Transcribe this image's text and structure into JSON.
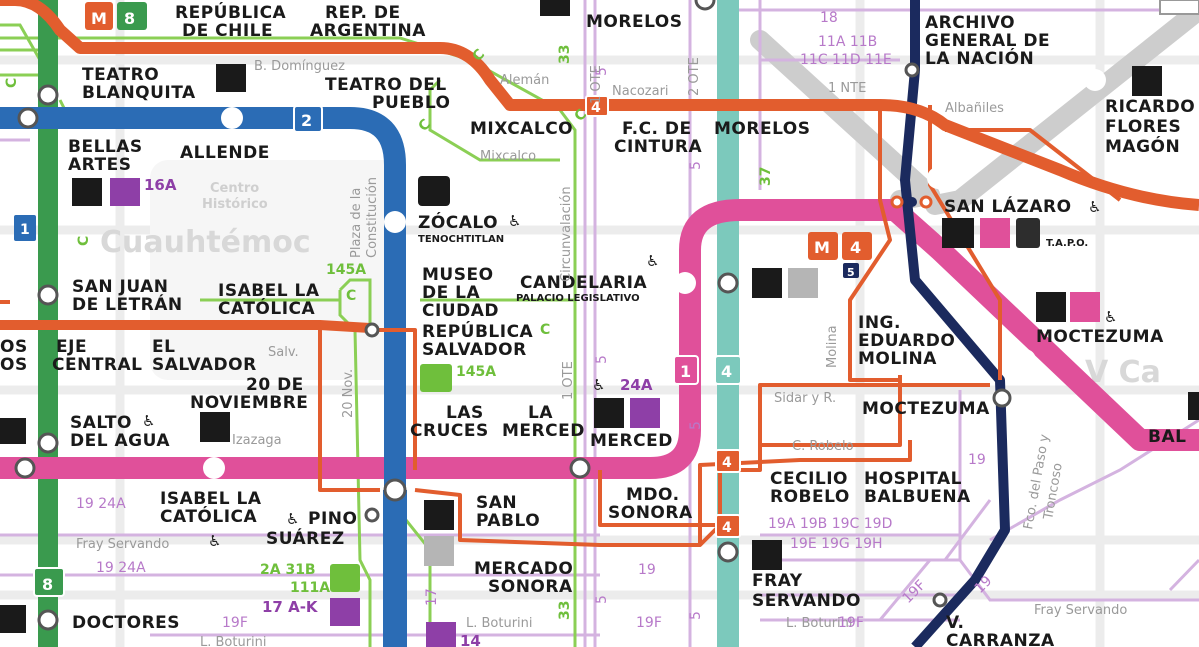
{
  "colors": {
    "line2": "#2b6cb5",
    "line4": "#e25d2e",
    "line1": "#e0509a",
    "line8": "#3a9a4e",
    "lineB": "#cfcfcf",
    "teal": "#7cc9bc",
    "navy": "#1b2a5e",
    "metrobusGreen": "#7dc34a",
    "trolley": "#c9a5d6",
    "street": "#e6e6e6"
  },
  "badges": {
    "line8_top": "8",
    "line8_bottom": "8",
    "line2": "2",
    "line4_a": "4",
    "line4_b": "4",
    "line4_c": "4",
    "line4_d": "4",
    "line1": "1",
    "line4_teal": "4",
    "line1_left": "1",
    "line5": "5",
    "metro_logo_san_lazaro": "M",
    "metro_logo_top": "M"
  },
  "stations": {
    "republica_chile": [
      "REPÚBLICA",
      "DE CHILE"
    ],
    "rep_argentina": [
      "REP. DE",
      "ARGENTINA"
    ],
    "morelos_top": "MORELOS",
    "archivo": [
      "ARCHIVO",
      "GENERAL DE",
      "LA NACIÓN"
    ],
    "teatro_blanquita": [
      "TEATRO",
      "BLANQUITA"
    ],
    "teatro_pueblo": [
      "TEATRO DEL",
      "PUEBLO"
    ],
    "ricardo_flores": [
      "RICARDO",
      "FLORES",
      "MAGÓN"
    ],
    "mixcalco": "MIXCALCO",
    "fc_cintura": [
      "F.C. DE",
      "CINTURA"
    ],
    "morelos": "MORELOS",
    "bellas_artes": [
      "BELLAS",
      "ARTES"
    ],
    "allende": "ALLENDE",
    "zocalo": "ZÓCALO",
    "zocalo_sub": "TENOCHTITLAN",
    "san_lazaro": "SAN LÁZARO",
    "tapo": "T.A.P.O.",
    "san_juan": [
      "SAN JUAN",
      "DE LETRÁN"
    ],
    "isabel_top": [
      "ISABEL LA",
      "CATÓLICA"
    ],
    "museo": [
      "MUSEO",
      "DE LA",
      "CIUDAD"
    ],
    "candelaria": "CANDELARIA",
    "candelaria_sub": "PALACIO LEGISLATIVO",
    "moctezuma_top": "MOCTEZUMA",
    "eje_central": [
      "EJE",
      "CENTRAL"
    ],
    "el_salvador": [
      "EL",
      "SALVADOR"
    ],
    "rep_salvador": [
      "REPÚBLICA",
      "SALVADOR"
    ],
    "ing_molina": [
      "ING.",
      "EDUARDO",
      "MOLINA"
    ],
    "osos": [
      "OS",
      "OS"
    ],
    "veinte_nov": [
      "20 DE",
      "NOVIEMBRE"
    ],
    "moctezuma": "MOCTEZUMA",
    "salto": [
      "SALTO",
      "DEL AGUA"
    ],
    "las_cruces": [
      "LAS",
      "CRUCES"
    ],
    "la_merced": [
      "LA",
      "MERCED"
    ],
    "merced": "MERCED",
    "bal": "BAL",
    "cecilio": [
      "CECILIO",
      "ROBELO"
    ],
    "hospital": [
      "HOSPITAL",
      "BALBUENA"
    ],
    "isabel_bottom": [
      "ISABEL LA",
      "CATÓLICA"
    ],
    "pino": [
      "PINO",
      "SUÁREZ"
    ],
    "san_pablo": [
      "SAN",
      "PABLO"
    ],
    "mdo_sonora": [
      "MDO.",
      "SONORA"
    ],
    "mercado_sonora": [
      "MERCADO",
      "SONORA"
    ],
    "fray_servando": [
      "FRAY",
      "SERVANDO"
    ],
    "doctores": "DOCTORES",
    "v_carranza": [
      "V.",
      "CARRANZA"
    ]
  },
  "streets": {
    "b_dominguez": "B. Domínguez",
    "aleman": "Alemán",
    "nacozari": "Nacozari",
    "one_nte": "1 NTE",
    "albaniles": "Albañiles",
    "mixcalco_st": "Mixcalco",
    "circunvalacion": "Circunvalación",
    "plaza_const": [
      "Plaza de la",
      "Constitución"
    ],
    "one_ote_top": "1 OTE",
    "two_ote": "2 OTE",
    "one_ote": "1 OTE",
    "salv": "Salv.",
    "twenty_nov": "20 Nov.",
    "molina": "Molina",
    "sidar": "Sidar y R.",
    "c_robelo": "C. Robelo",
    "izazaga": "Izazaga",
    "fray_servando_st": "Fray Servando",
    "fray_servando_r": "Fray Servando",
    "fco_paso": [
      "Fco. del Paso y",
      "Troncoso"
    ],
    "l_boturini_1": "L. Boturini",
    "l_boturini_2": "L. Boturini",
    "l_boturini_3": "L. Boturini"
  },
  "districts": {
    "cuauhtemoc": "Cuauhtémoc",
    "centro": [
      "Centro",
      "Histórico"
    ],
    "v_ca": "V Ca"
  },
  "routes": {
    "r18": "18",
    "r11a_11b": "11A  11B",
    "r11c_11d_11e": "11C  11D  11E",
    "r145a_top": "145A",
    "r145a": "145A",
    "r16a": "16A",
    "r24a": "24A",
    "r19_24a": "19  24A",
    "r19_24a_b": "19  24A",
    "r19a_19d": "19A  19B  19C  19D",
    "r19e_19h": "19E  19G  19H",
    "r19_mid": "19",
    "r19_right": "19",
    "r19_far": "19",
    "r19f": "19F",
    "r19f_b": "19F",
    "r19f_c": "19F",
    "r19f_d": "19F",
    "r2a_31b": "2A 31B",
    "r111a": "111A",
    "r17ak": "17 A-K",
    "r14": "14",
    "r33_top": "33",
    "r33_bottom": "33",
    "r37": "37",
    "r5_a": "5",
    "r5_b": "5",
    "r5_c": "5",
    "r5_d": "5",
    "r5_e": "5",
    "r5_f": "5",
    "r17": "17",
    "c_a": "C",
    "c_b": "C",
    "c_c": "C",
    "c_d": "C",
    "c_e": "C",
    "c_f": "C",
    "c_g": "C"
  }
}
